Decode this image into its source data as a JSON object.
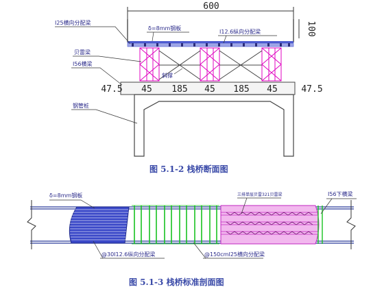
{
  "top_diagram": {
    "width_dim": "600",
    "height_dim": "100",
    "labels": {
      "i25": "I25横向分配梁",
      "plate": "δ=8mm钢板",
      "i126": "I12.6纵向分配梁",
      "beret": "贝雷梁",
      "i56": "I56横梁",
      "brace": "斜撑",
      "pile": "钢管桩"
    },
    "spans": [
      "47.5",
      "45",
      "185",
      "45",
      "185",
      "45",
      "47.5"
    ],
    "caption": "图  5.1-2    栈桥断面图"
  },
  "bottom_diagram": {
    "labels": {
      "plate": "δ=8mm钢板",
      "beret_note": "三排单层贝雷321贝雷梁",
      "i56": "I56下横梁",
      "i126": "@30I12.6纵向分配梁",
      "i25": "@150cmI25横向分配梁"
    },
    "caption": "图  5.1-3    栈桥标准剖面图"
  }
}
